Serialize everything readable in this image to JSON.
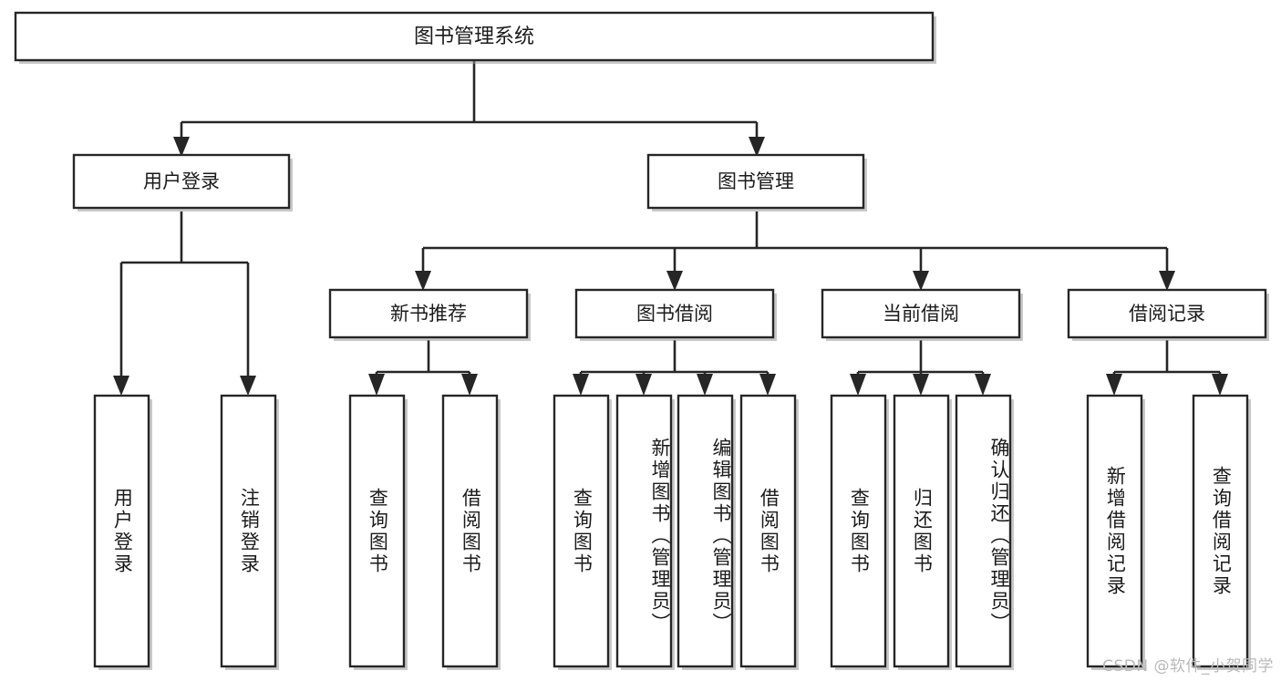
{
  "diagram": {
    "title": "图书管理系统",
    "type": "tree-hierarchy-diagram",
    "colors": {
      "background": "#ffffff",
      "box_fill": "#ffffff",
      "box_stroke": "#262626",
      "shadow": "#9b9b9b",
      "text": "#1b1b1b",
      "watermark": "#b9b9b9"
    },
    "root": {
      "label": "图书管理系统"
    },
    "level2": [
      {
        "label": "用户登录"
      },
      {
        "label": "图书管理"
      }
    ],
    "level3": [
      {
        "label": "新书推荐"
      },
      {
        "label": "图书借阅"
      },
      {
        "label": "当前借阅"
      },
      {
        "label": "借阅记录"
      }
    ],
    "leaves": {
      "user_login": [
        {
          "label": "用户登录"
        },
        {
          "label": "注销登录"
        }
      ],
      "new_book_recommend": [
        {
          "label": "查询图书"
        },
        {
          "label": "借阅图书"
        }
      ],
      "book_borrow": [
        {
          "label": "查询图书"
        },
        {
          "label": "新增图书（管理员）"
        },
        {
          "label": "编辑图书（管理员）"
        },
        {
          "label": "借阅图书"
        }
      ],
      "current_borrow": [
        {
          "label": "查询图书"
        },
        {
          "label": "归还图书"
        },
        {
          "label": "确认归还（管理员）"
        }
      ],
      "borrow_record": [
        {
          "label": "新增借阅记录"
        },
        {
          "label": "查询借阅记录"
        }
      ]
    }
  },
  "watermark": {
    "text": "CSDN @软件_小贺同学"
  }
}
